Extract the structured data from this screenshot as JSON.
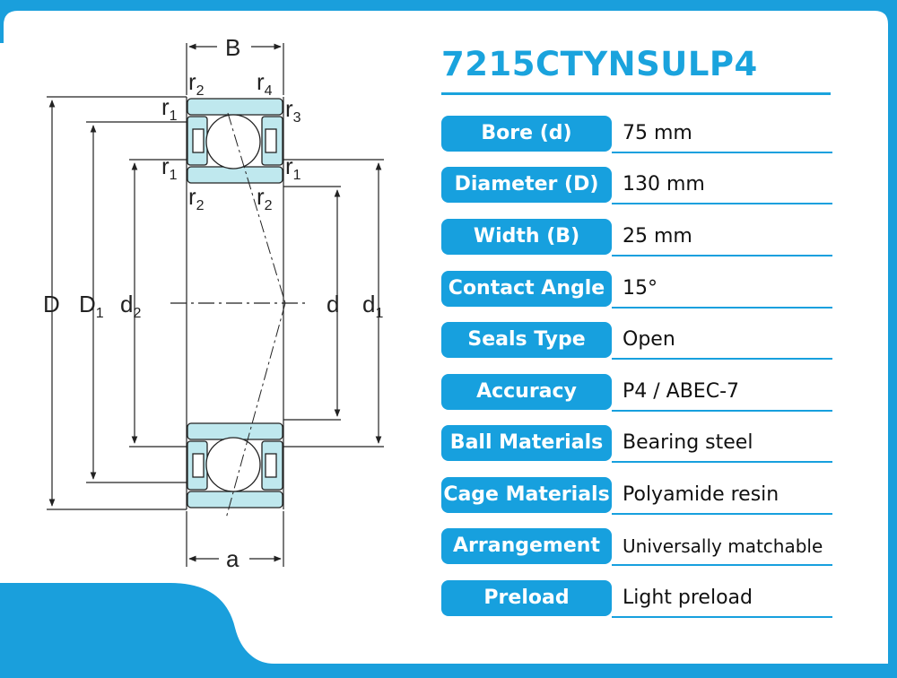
{
  "product": {
    "model": "7215CTYNSULP4"
  },
  "diagram_labels": {
    "B": "B",
    "a": "a",
    "D": "D",
    "D1_main": "D",
    "D1_sub": "1",
    "d2_main": "d",
    "d2_sub": "2",
    "d": "d",
    "d1_main": "d",
    "d1_sub": "1",
    "r_main": "r",
    "sub_1": "1",
    "sub_2": "2",
    "sub_3": "3",
    "sub_4": "4"
  },
  "specs": [
    {
      "label": "Bore (d)",
      "value": "75 mm"
    },
    {
      "label": "Diameter (D)",
      "value": "130 mm"
    },
    {
      "label": "Width (B)",
      "value": "25 mm"
    },
    {
      "label": "Contact Angle",
      "value": "15°"
    },
    {
      "label": "Seals Type",
      "value": "Open"
    },
    {
      "label": "Accuracy",
      "value": "P4 / ABEC-7"
    },
    {
      "label": "Ball Materials",
      "value": "Bearing steel"
    },
    {
      "label": "Cage Materials",
      "value": "Polyamide resin"
    },
    {
      "label": "Arrangement",
      "value": "Universally matchable"
    },
    {
      "label": "Preload",
      "value": "Light preload"
    }
  ],
  "colors": {
    "accent": "#17a0de",
    "ring_fill": "#bfe8ee",
    "background_wave": "#1a9fdc"
  }
}
